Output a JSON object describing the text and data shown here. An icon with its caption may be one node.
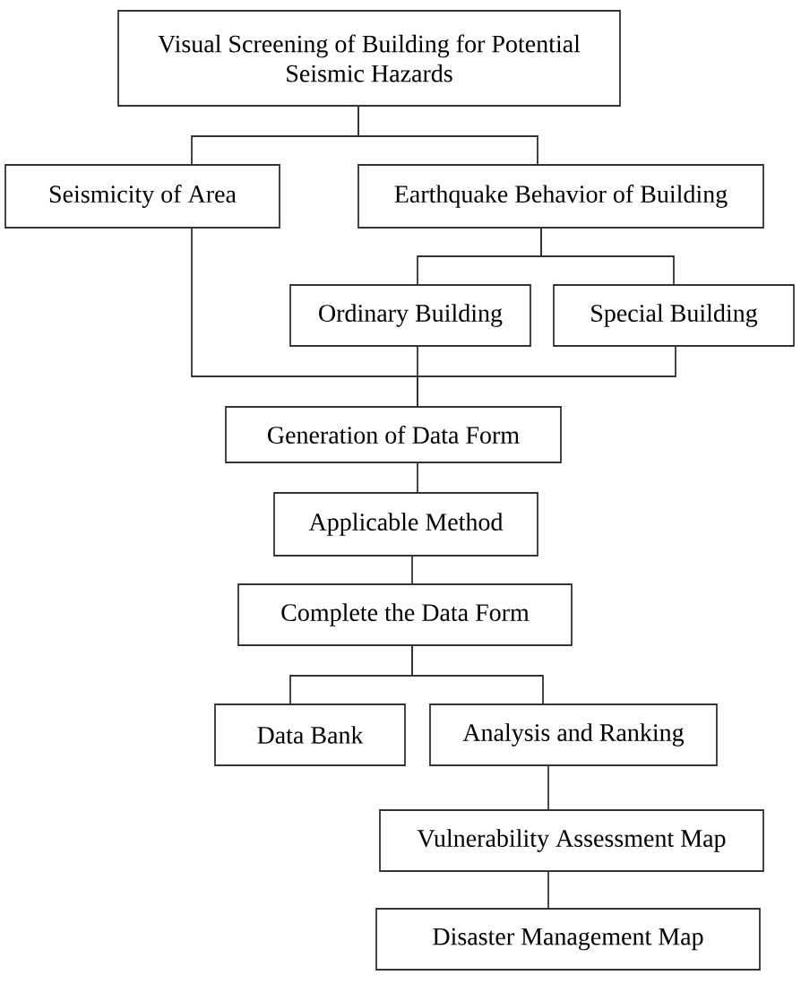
{
  "diagram": {
    "nodes": [
      {
        "text": [
          "Visual Screening of Building for Potential Seismic Hazards"
        ]
      },
      {
        "text": [
          "Seismicity of Area"
        ]
      },
      {
        "text": [
          "Earthquake Behavior of Building"
        ]
      },
      {
        "text": [
          "Ordinary Building"
        ]
      },
      {
        "text": [
          "Special Building"
        ]
      },
      {
        "text": [
          "Generation of Data Form"
        ]
      },
      {
        "text": [
          "Applicable Method"
        ]
      },
      {
        "text": [
          "Complete the Data Form"
        ]
      },
      {
        "text": [
          "Data Bank"
        ]
      },
      {
        "text": [
          "Analysis and Ranking"
        ]
      },
      {
        "text": [
          "Vulnerability Assessment Map"
        ]
      },
      {
        "text": [
          "Disaster Management Map"
        ]
      }
    ],
    "edges": [
      {
        "from": 0,
        "to": 1,
        "arrow": "none"
      },
      {
        "from": 0,
        "to": 2,
        "arrow": "none"
      },
      {
        "from": 2,
        "to": 3,
        "arrow": "none"
      },
      {
        "from": 2,
        "to": 4,
        "arrow": "none"
      },
      {
        "from": 1,
        "to": 5,
        "arrow": "none"
      },
      {
        "from": 3,
        "to": 5,
        "arrow": "none"
      },
      {
        "from": 4,
        "to": 5,
        "arrow": "none"
      },
      {
        "from": 5,
        "to": 6,
        "arrow": "none"
      },
      {
        "from": 6,
        "to": 7,
        "arrow": "none"
      },
      {
        "from": 7,
        "to": 8,
        "arrow": "none"
      },
      {
        "from": 7,
        "to": 9,
        "arrow": "none"
      },
      {
        "from": 9,
        "to": 10,
        "arrow": "none"
      },
      {
        "from": 10,
        "to": 11,
        "arrow": "none"
      }
    ]
  }
}
